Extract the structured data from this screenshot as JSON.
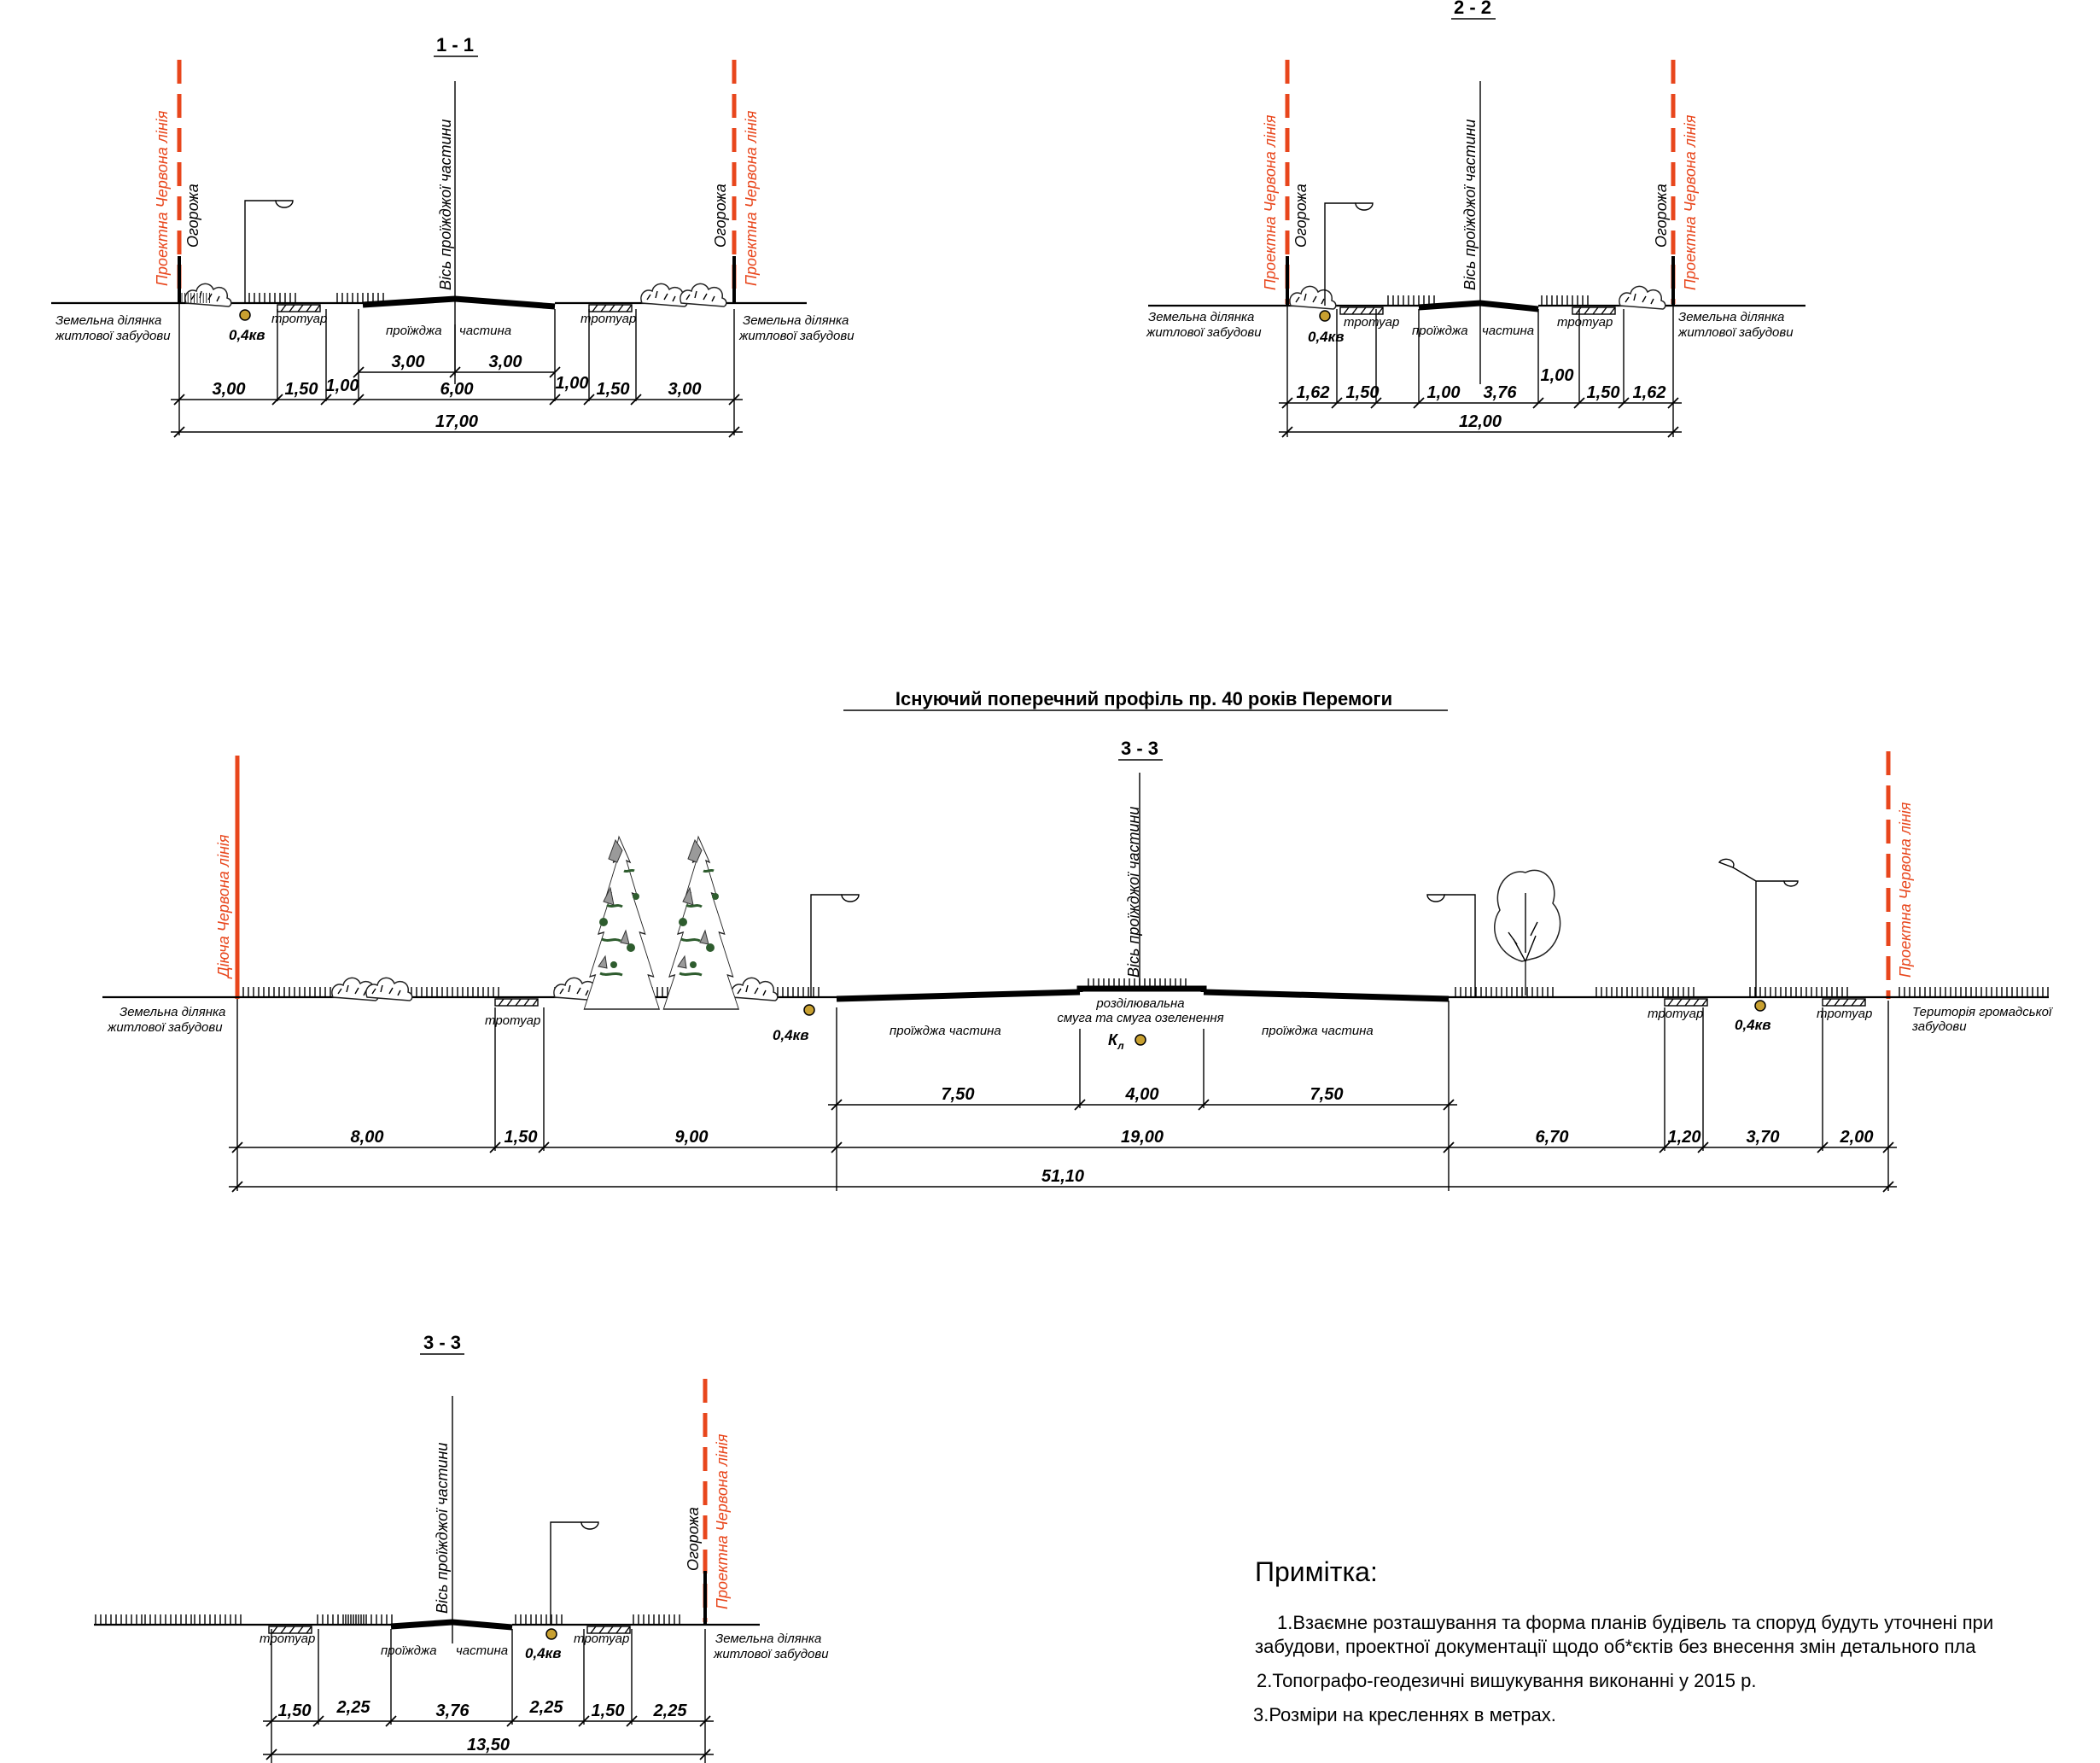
{
  "colors": {
    "red_line": "#e8461c",
    "cable": "#c8a030",
    "tree": "#2e5c2e"
  },
  "icons": [
    "streetlight-icon",
    "bush-icon",
    "conifer-tree-icon",
    "deciduous-tree-icon",
    "cable-marker-icon"
  ],
  "section1": {
    "title": "1 - 1",
    "axis": "Вісь проїжджої частини",
    "red_line_left": "Проектна Червона лінія",
    "red_line_right": "Проектна Червона лінія",
    "fence_left": "Огорожа",
    "fence_right": "Огорожа",
    "land_left_1": "Земельна ділянка",
    "land_left_2": "житлової забудови",
    "land_right_1": "Земельна ділянка",
    "land_right_2": "житлової забудови",
    "sidewalk_left": "тротуар",
    "sidewalk_right": "тротуар",
    "road_1": "проїжджа",
    "road_2": "частина",
    "cable": "0,4кв",
    "dims_top": [
      "3,00",
      "3,00"
    ],
    "dims": [
      "3,00",
      "1,50",
      "1,00",
      "6,00",
      "1,00",
      "1,50",
      "3,00"
    ],
    "total": "17,00"
  },
  "section2": {
    "title": "2 - 2",
    "axis": "Вісь проїжджої частини",
    "red_line_left": "Проектна Червона лінія",
    "red_line_right": "Проектна Червона лінія",
    "fence_left": "Огорожа",
    "fence_right": "Огорожа",
    "land_left_1": "Земельна ділянка",
    "land_left_2": "житлової забудови",
    "land_right_1": "Земельна ділянка",
    "land_right_2": "житлової забудови",
    "sidewalk_left": "тротуар",
    "sidewalk_right": "тротуар",
    "road_1": "проїжджа",
    "road_2": "частина",
    "cable": "0,4кв",
    "dims": [
      "1,62",
      "1,50",
      "1,00",
      "3,76",
      "1,00",
      "1,50",
      "1,62"
    ],
    "total": "12,00"
  },
  "section3": {
    "heading": "Існуючий   поперечний профіль  пр. 40 років Перемоги",
    "title": "3 - 3",
    "axis": "Вісь проїжджої частини",
    "red_line_left": "Діюча Червона  лінія",
    "red_line_right": "Проектна Червона  лінія",
    "land_left_1": "Земельна ділянка",
    "land_left_2": "житлової забудови",
    "land_right_1": "Територія громадської",
    "land_right_2": "забудови",
    "sidewalk_1": "тротуар",
    "sidewalk_2": "тротуар",
    "sidewalk_3": "тротуар",
    "road_left": "проїжджа частина",
    "road_right": "проїжджа частина",
    "median_1": "розділювальна",
    "median_2": "смуга та смуга озеленення",
    "cable_left": "0,4кв",
    "cable_right": "0,4кв",
    "kl": "К",
    "kl_sub": "л",
    "dims_top": [
      "7,50",
      "4,00",
      "7,50"
    ],
    "dims": [
      "8,00",
      "1,50",
      "9,00",
      "19,00",
      "6,70",
      "1,20",
      "3,70",
      "2,00"
    ],
    "total": "51,10"
  },
  "section4": {
    "title": "3 - 3",
    "axis": "Вісь проїжджої частини",
    "red_line": "Проектна Червона лінія",
    "fence": "Огорожа",
    "sidewalk_left": "тротуар",
    "sidewalk_right": "тротуар",
    "road_1": "проїжджа",
    "road_2": "частина",
    "cable": "0,4кв",
    "land_1": "Земельна ділянка",
    "land_2": "житлової забудови",
    "dims": [
      "1,50",
      "2,25",
      "3,76",
      "2,25",
      "1,50",
      "2,25"
    ],
    "total": "13,50"
  },
  "notes": {
    "title": "Примітка:",
    "n1a": "1.Взаємне розташування та форма планів будівель та споруд будуть уточнені при",
    "n1b": "забудови, проектної документації щодо об*єктів без внесення змін детального пла",
    "n2": "2.Топографо-геодезичні вишукування виконанні у 2015 р.",
    "n3": "3.Розміри на кресленнях в метрах."
  }
}
